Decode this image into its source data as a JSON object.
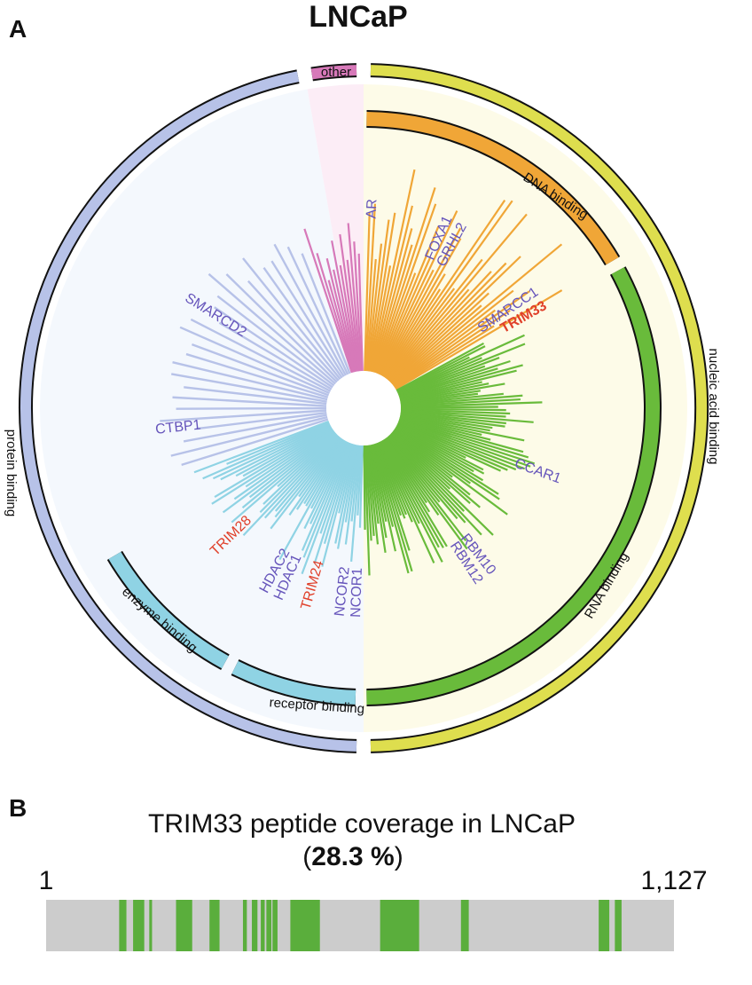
{
  "panel_a_letter": "A",
  "panel_b_letter": "B",
  "colors": {
    "protein": "#b7c2e8",
    "protein_bg": "#f4f8fd",
    "other": "#d779b9",
    "other_bg": "#fcedf6",
    "nucleic": "#dede4e",
    "nucleic_bg": "#fdfbe8",
    "dna": "#f0a637",
    "rna": "#69bb3b",
    "enzyme": "#8fd3e4",
    "receptor": "#8fd3e4",
    "gene_default": "#6655bb",
    "gene_highlight": "#e0402a",
    "coverage_bg": "#cccccc",
    "coverage_hit": "#5aae3c"
  },
  "chart_data": [
    {
      "type": "radial-bar",
      "title": "LNCaP",
      "outer_categories": [
        {
          "key": "other",
          "label": "other",
          "start_deg": -10,
          "end_deg": 0
        },
        {
          "key": "nucleic",
          "label": "nucleic acid binding",
          "start_deg": 0,
          "end_deg": 180
        },
        {
          "key": "protein",
          "label": "protein binding",
          "start_deg": 180,
          "end_deg": 350
        }
      ],
      "inner_categories": [
        {
          "key": "dna",
          "label": "DNA binding",
          "start_deg": 0,
          "end_deg": 60
        },
        {
          "key": "rna",
          "label": "RNA binding",
          "start_deg": 61,
          "end_deg": 180
        },
        {
          "key": "receptor",
          "label": "receptor binding",
          "start_deg": 181,
          "end_deg": 207
        },
        {
          "key": "enzyme",
          "label": "enzyme binding",
          "start_deg": 208,
          "end_deg": 240
        }
      ],
      "bar_groups": [
        {
          "key": "dna",
          "start_deg": 1,
          "end_deg": 60,
          "count": 40,
          "min": 0.42,
          "max": 0.95
        },
        {
          "key": "rna",
          "start_deg": 61,
          "end_deg": 180,
          "count": 90,
          "min": 0.32,
          "max": 0.62
        },
        {
          "key": "enzyme",
          "start_deg": 181,
          "end_deg": 250,
          "count": 48,
          "min": 0.3,
          "max": 0.62
        },
        {
          "key": "protein",
          "start_deg": 251,
          "end_deg": 340,
          "count": 26,
          "min": 0.55,
          "max": 0.72
        },
        {
          "key": "other",
          "start_deg": 341,
          "end_deg": 359,
          "count": 12,
          "min": 0.4,
          "max": 0.66
        }
      ],
      "gene_labels": [
        {
          "text": "AR",
          "angle": 2.5,
          "color": "default",
          "bold": false
        },
        {
          "text": "FOXA1",
          "angle": 24,
          "color": "default",
          "bold": false
        },
        {
          "text": "GRHL2",
          "angle": 28.5,
          "color": "default",
          "bold": false
        },
        {
          "text": "SMARCC1",
          "angle": 56,
          "color": "default",
          "bold": false
        },
        {
          "text": "TRIM33",
          "angle": 60.5,
          "color": "highlight",
          "bold": true
        },
        {
          "text": "CCAR1",
          "angle": 110,
          "color": "default",
          "bold": false
        },
        {
          "text": "RBM10",
          "angle": 142,
          "color": "default",
          "bold": false
        },
        {
          "text": "RBM12",
          "angle": 146.5,
          "color": "default",
          "bold": false
        },
        {
          "text": "NCOR1",
          "angle": 182,
          "color": "default",
          "bold": false
        },
        {
          "text": "NCOR2",
          "angle": 186.5,
          "color": "default",
          "bold": false
        },
        {
          "text": "TRIM24",
          "angle": 196,
          "color": "highlight",
          "bold": false
        },
        {
          "text": "HDAC1",
          "angle": 204,
          "color": "default",
          "bold": false
        },
        {
          "text": "HDAC2",
          "angle": 208.5,
          "color": "default",
          "bold": false
        },
        {
          "text": "TRIM28",
          "angle": 226,
          "color": "highlight",
          "bold": false
        },
        {
          "text": "CTBP1",
          "angle": 264,
          "color": "default",
          "bold": false
        },
        {
          "text": "SMARCD2",
          "angle": 302,
          "color": "default",
          "bold": false
        }
      ]
    },
    {
      "type": "coverage-bar",
      "title": "TRIM33 peptide coverage in LNCaP",
      "percent_open": "(",
      "percent": "28.3 %",
      "percent_close": ")",
      "start_label": "1",
      "end_label": "1,127",
      "length": 1127,
      "segments": [
        [
          132,
          145
        ],
        [
          157,
          177
        ],
        [
          186,
          191
        ],
        [
          234,
          263
        ],
        [
          294,
          312
        ],
        [
          354,
          361
        ],
        [
          370,
          380
        ],
        [
          386,
          393
        ],
        [
          396,
          405
        ],
        [
          407,
          416
        ],
        [
          439,
          492
        ],
        [
          600,
          670
        ],
        [
          745,
          759
        ],
        [
          992,
          1011
        ],
        [
          1021,
          1033
        ]
      ]
    }
  ]
}
